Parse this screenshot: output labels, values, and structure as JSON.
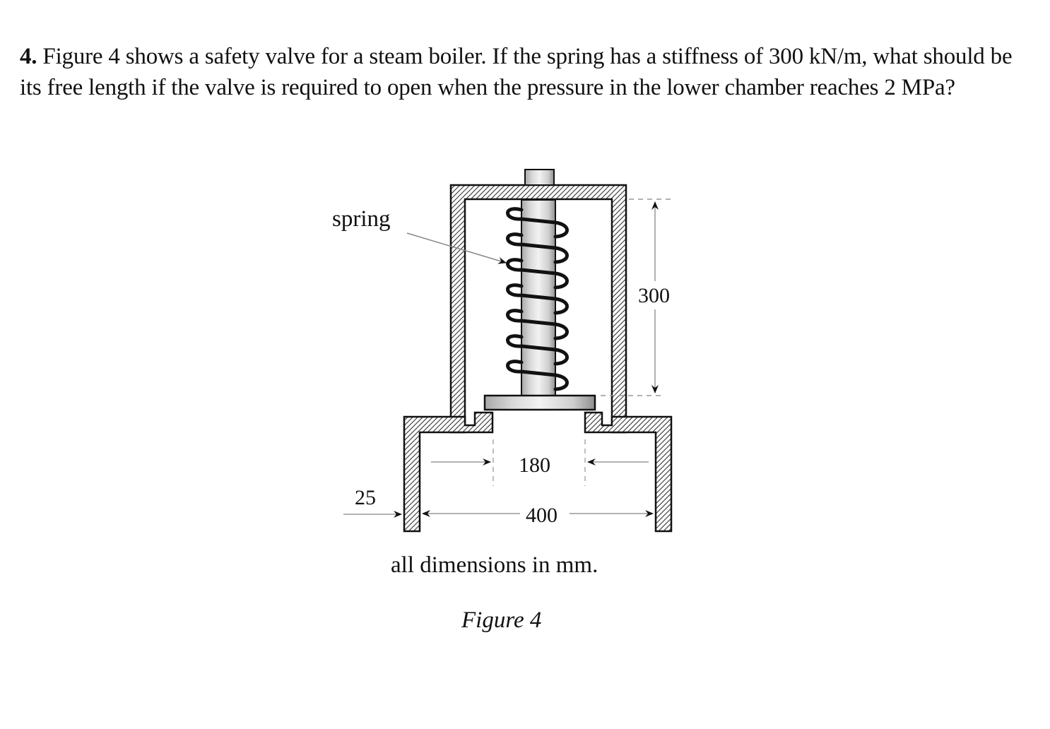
{
  "problem": {
    "number": "4.",
    "text": "Figure 4 shows a safety valve for a steam boiler. If the spring has a stiffness of 300 kN/m, what should be its free length if the valve is required to open when the pressure in the lower chamber reaches 2 MPa?"
  },
  "figure": {
    "labels": {
      "spring": "spring",
      "height_dim": "300",
      "seat_dim": "180",
      "wall_dim": "25",
      "width_dim": "400"
    },
    "note": "all dimensions in mm.",
    "caption": "Figure 4",
    "colors": {
      "outline": "#111111",
      "hatch": "#555555",
      "dim_line": "#999999",
      "metal_light": "#e8e8e8",
      "metal_dark": "#9a9a9a"
    }
  }
}
